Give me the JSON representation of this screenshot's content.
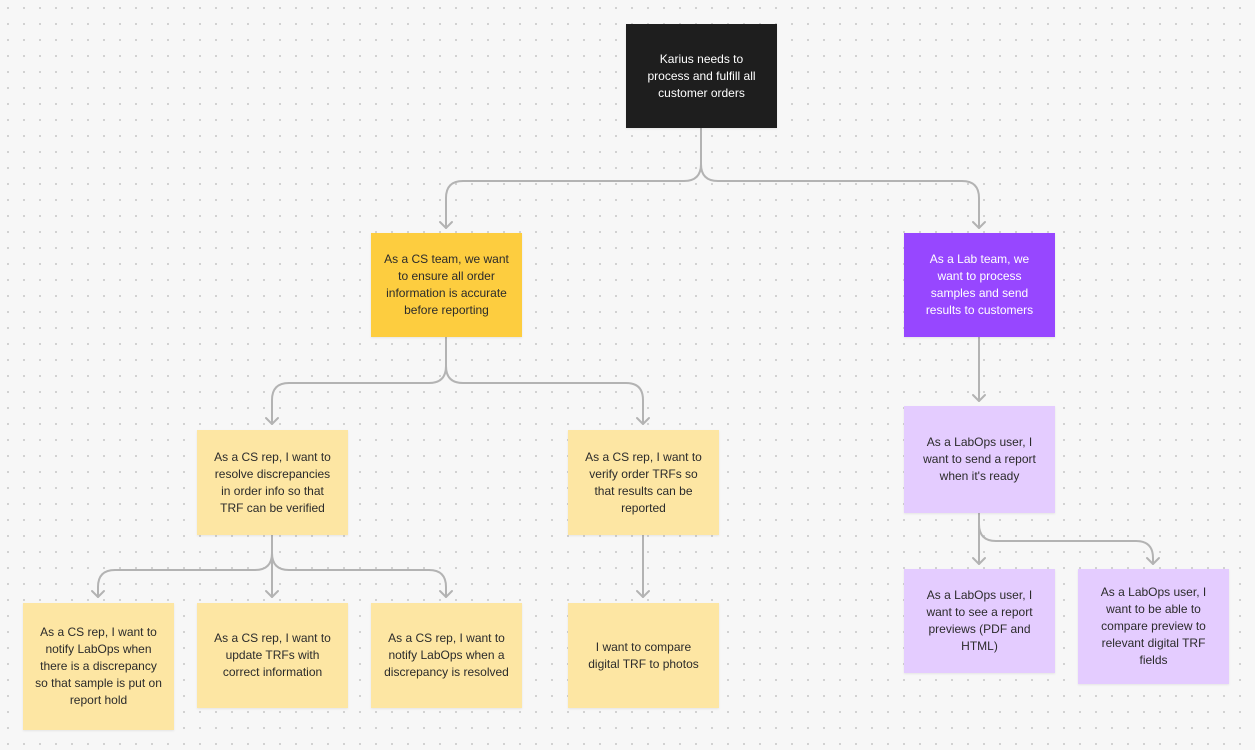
{
  "diagram": {
    "nodes": {
      "root": "Karius needs to process and fulfill all customer orders",
      "cs_team": "As a CS team, we want to ensure all order information is accurate before reporting",
      "lab_team": "As a Lab team, we want to process samples and send results to customers",
      "cs_resolve": "As a CS rep, I want to resolve discrepancies in order info so that TRF can be verified",
      "cs_verify": "As a CS rep, I want to verify order TRFs so that results can be reported",
      "labops_send": "As a LabOps user, I want to send a report when it's ready",
      "cs_notify_discrepancy": "As a CS rep, I want to notify LabOps when there is a discrepancy so that sample is put on report hold",
      "cs_update_trfs": "As a CS rep, I want to update TRFs with correct information",
      "cs_notify_resolved": "As a CS rep, I want to notify LabOps when a discrepancy is resolved",
      "compare_digital": "I want to compare digital TRF to photos",
      "labops_preview": "As a LabOps user, I want to see a report previews (PDF and HTML)",
      "labops_compare": "As a LabOps user, I want to be able to compare preview to relevant digital TRF fields"
    },
    "edges": [
      [
        "root",
        "cs_team"
      ],
      [
        "root",
        "lab_team"
      ],
      [
        "cs_team",
        "cs_resolve"
      ],
      [
        "cs_team",
        "cs_verify"
      ],
      [
        "cs_resolve",
        "cs_notify_discrepancy"
      ],
      [
        "cs_resolve",
        "cs_update_trfs"
      ],
      [
        "cs_resolve",
        "cs_notify_resolved"
      ],
      [
        "cs_verify",
        "compare_digital"
      ],
      [
        "lab_team",
        "labops_send"
      ],
      [
        "labops_send",
        "labops_preview"
      ],
      [
        "labops_send",
        "labops_compare"
      ]
    ]
  },
  "colors": {
    "root": "#1e1e1e",
    "cs_team": "#fdcd3f",
    "lab_team": "#9747ff",
    "cs_story": "#fde6a3",
    "lab_story": "#e4ccff",
    "connector": "#b3b3b3"
  }
}
